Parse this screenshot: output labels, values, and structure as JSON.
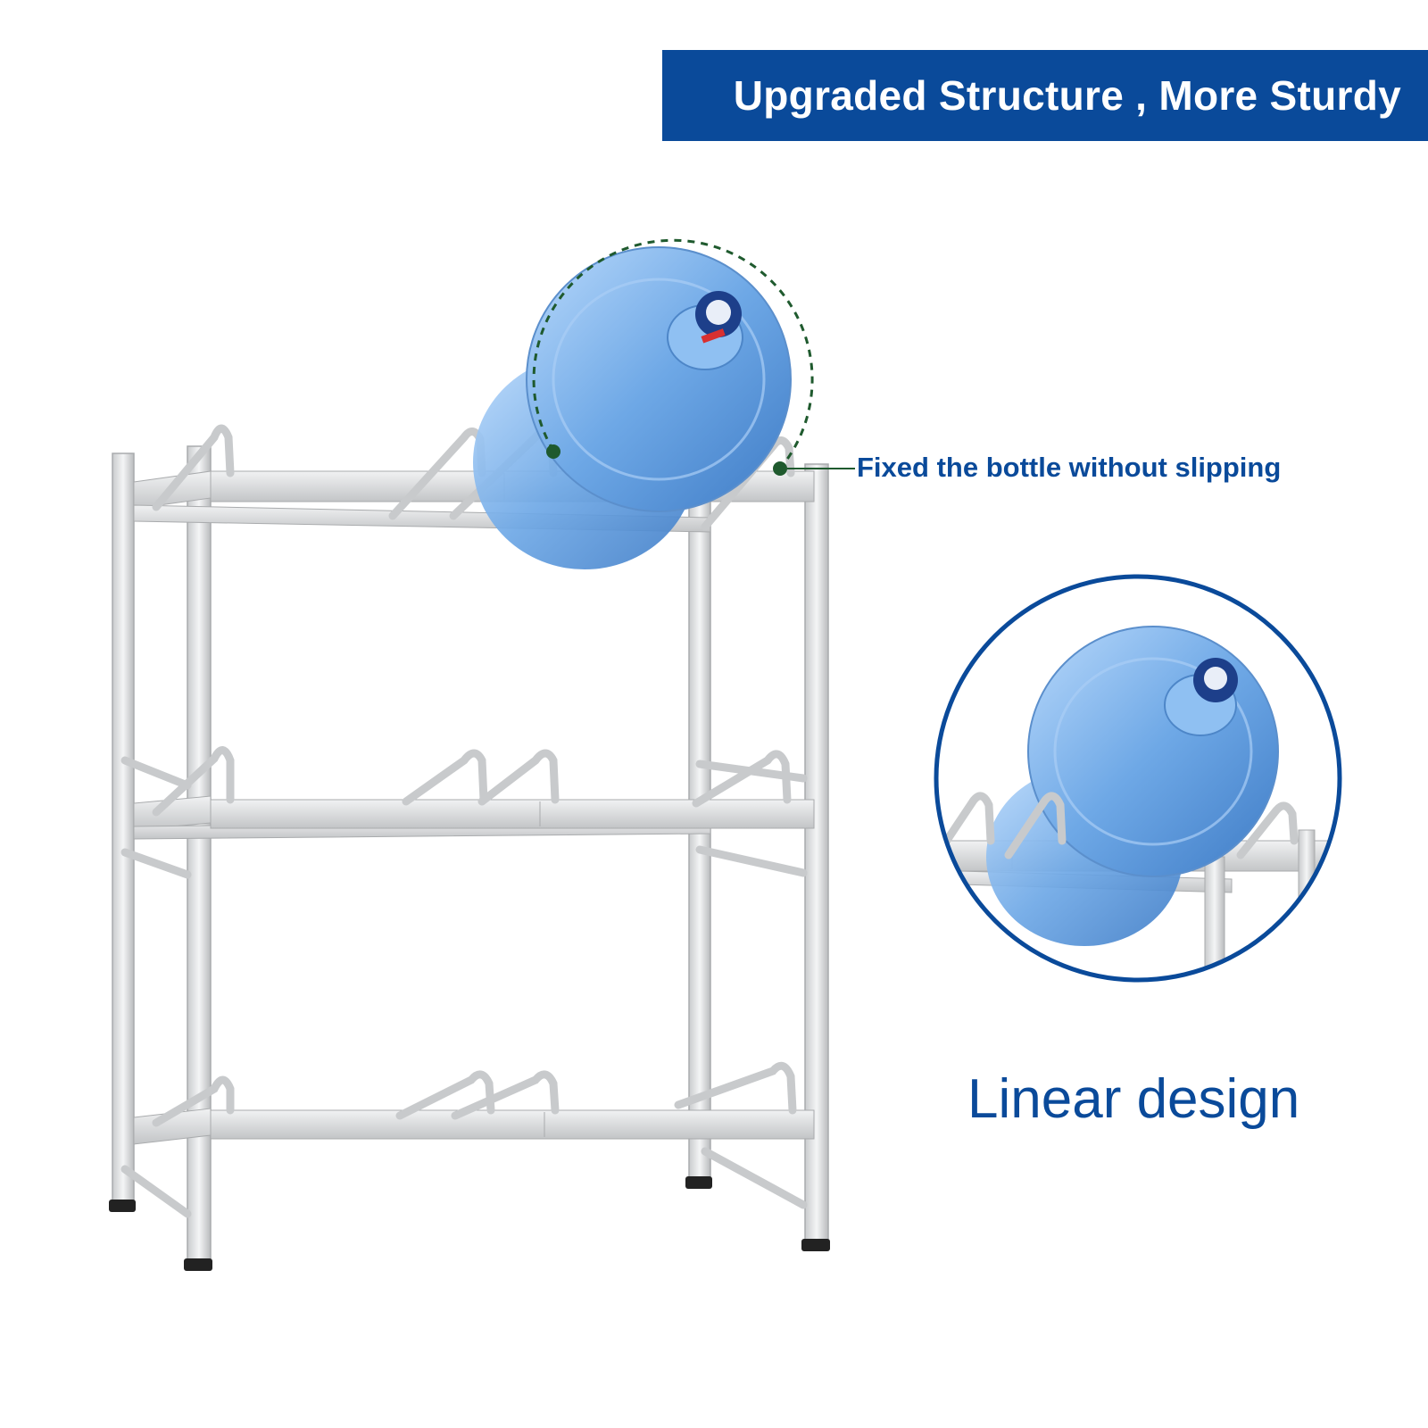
{
  "header": {
    "title": "Upgraded Structure , More Sturdy"
  },
  "callout": {
    "label": "Fixed the bottle without slipping"
  },
  "detail": {
    "caption": "Linear design"
  },
  "colors": {
    "brand_blue": "#0a4a9a",
    "callout_green": "#1f5a2e",
    "rack_silver": "#d9dbdd",
    "bottle_blue": "#6ea8e6"
  },
  "icons": [
    "water-bottle-icon",
    "rack-icon",
    "zoom-circle-icon"
  ]
}
